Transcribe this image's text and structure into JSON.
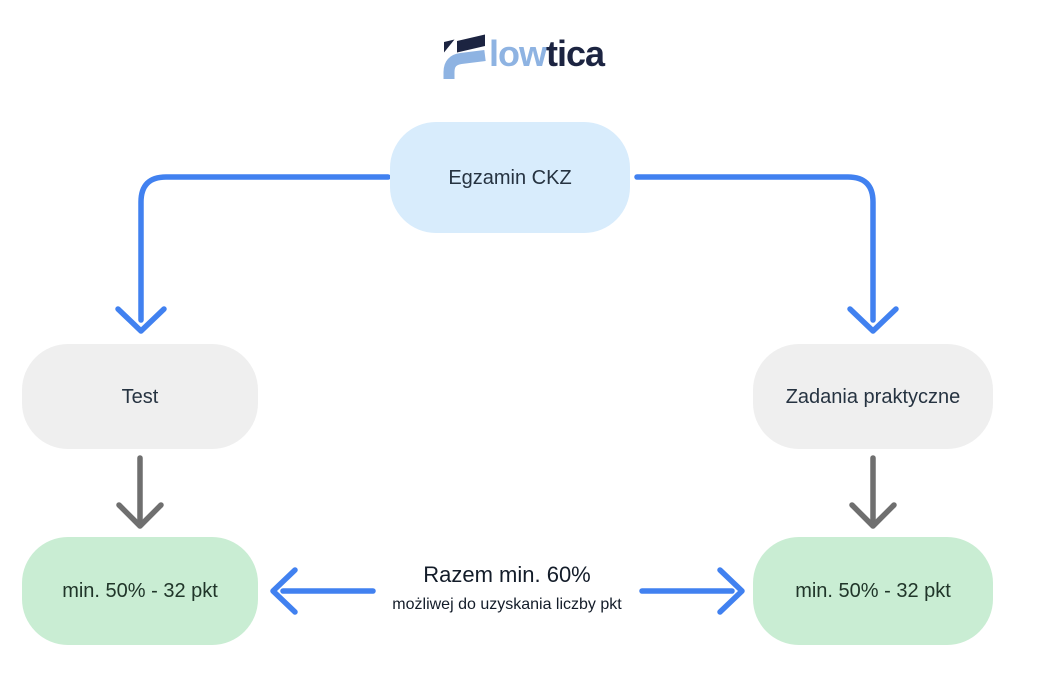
{
  "logo": {
    "brand": "Flowtica",
    "icon": "flowtica-f-icon",
    "part_light": "low",
    "part_dark": "tica"
  },
  "nodes": {
    "root": {
      "label": "Egzamin CKZ"
    },
    "test": {
      "label": "Test"
    },
    "practical": {
      "label": "Zadania praktyczne"
    },
    "test_result": {
      "label": "min. 50% - 32 pkt"
    },
    "practical_result": {
      "label": "min. 50% - 32 pkt"
    }
  },
  "center_note": {
    "title": "Razem min. 60%",
    "subtitle": "możliwej do uzyskania liczby pkt"
  },
  "diagram": {
    "type": "flowchart",
    "edges": [
      {
        "from": "Egzamin CKZ",
        "to": "Test",
        "style": "blue-arrow"
      },
      {
        "from": "Egzamin CKZ",
        "to": "Zadania praktyczne",
        "style": "blue-arrow"
      },
      {
        "from": "Test",
        "to": "min. 50% - 32 pkt",
        "style": "gray-arrow"
      },
      {
        "from": "Zadania praktyczne",
        "to": "min. 50% - 32 pkt",
        "style": "gray-arrow"
      },
      {
        "from": "Razem min. 60% możliwej do uzyskania liczby pkt",
        "to": "min. 50% - 32 pkt (test)",
        "style": "blue-arrow"
      },
      {
        "from": "Razem min. 60% możliwej do uzyskania liczby pkt",
        "to": "min. 50% - 32 pkt (zadania praktyczne)",
        "style": "blue-arrow"
      }
    ]
  },
  "colors": {
    "node_blue": "#d8ecfc",
    "node_gray": "#efefef",
    "node_green": "#c9edd3",
    "arrow_blue": "#4181f0",
    "arrow_gray": "#6f6f6f",
    "logo_light": "#8eb3e2",
    "logo_dark": "#1c2441",
    "text_dark": "#263341",
    "text_green": "#203529",
    "note_dark": "#131c29"
  }
}
